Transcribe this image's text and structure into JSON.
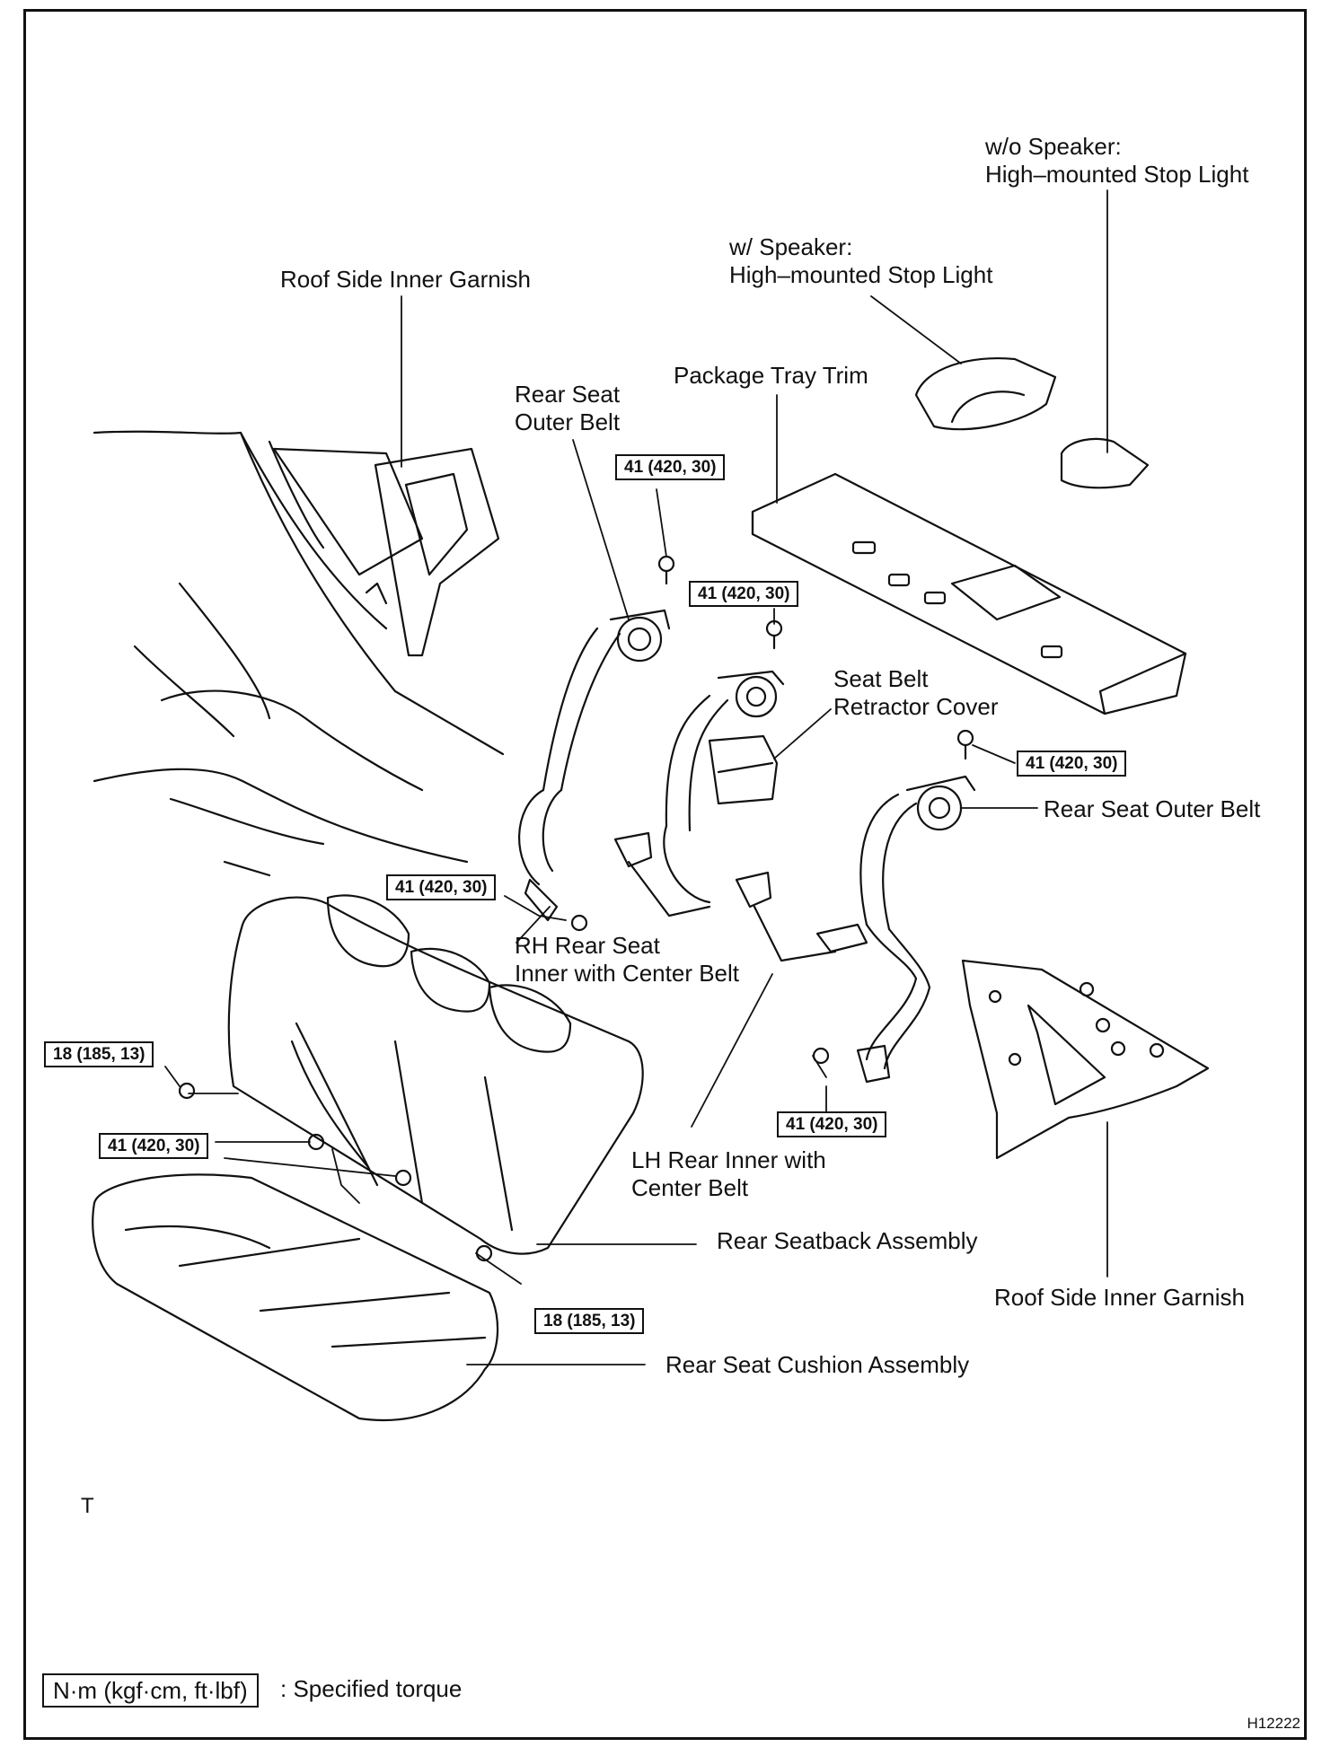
{
  "labels": {
    "wo_speaker_line1": "w/o Speaker:",
    "wo_speaker_line2": "High–mounted Stop Light",
    "w_speaker_line1": "w/ Speaker:",
    "w_speaker_line2": "High–mounted Stop Light",
    "roof_side_inner_garnish_top": "Roof Side Inner Garnish",
    "package_tray_trim": "Package Tray Trim",
    "rear_seat_outer_belt_left_line1": "Rear Seat",
    "rear_seat_outer_belt_left_line2": "Outer Belt",
    "seat_belt_retractor_cover_line1": "Seat Belt",
    "seat_belt_retractor_cover_line2": "Retractor Cover",
    "rear_seat_outer_belt_right": "Rear Seat Outer Belt",
    "rh_rear_seat_inner_line1": "RH Rear Seat",
    "rh_rear_seat_inner_line2": "Inner with Center Belt",
    "lh_rear_inner_line1": "LH Rear Inner with",
    "lh_rear_inner_line2": "Center Belt",
    "rear_seatback_assembly": "Rear Seatback Assembly",
    "roof_side_inner_garnish_bottom": "Roof Side Inner Garnish",
    "rear_seat_cushion_assembly": "Rear Seat Cushion Assembly"
  },
  "torques": {
    "t1": "41 (420, 30)",
    "t2": "41 (420, 30)",
    "t3": "41 (420, 30)",
    "t4": "41 (420, 30)",
    "t5": "41 (420, 30)",
    "t6": "18 (185, 13)",
    "t7": "41 (420, 30)",
    "t8": "18 (185, 13)"
  },
  "legend": {
    "unit_box": "N·m (kgf·cm, ft·lbf)",
    "description": ": Specified torque"
  },
  "corner_mark": "T",
  "figure_code": "H12222"
}
